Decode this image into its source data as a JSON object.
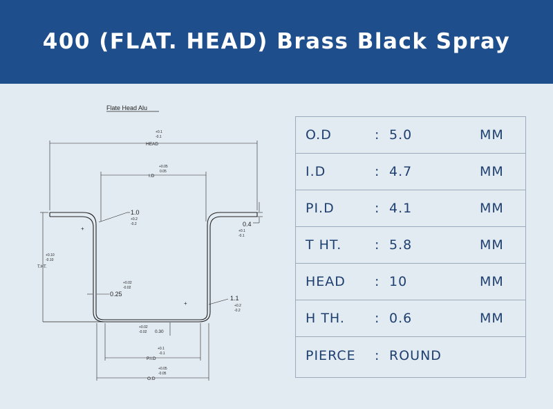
{
  "banner": {
    "title": "400 (FLAT. HEAD) Brass Black Spray"
  },
  "drawing": {
    "title": "Flate Head Alu",
    "head": {
      "label": "HEAD",
      "tol_plus": "+0.1",
      "tol_minus": "-0.1"
    },
    "id": {
      "label": "I.D",
      "tol_plus": "+0.05",
      "tol_minus": "0.05"
    },
    "radius_top": {
      "label": "1.0",
      "tol_plus": "+0.2",
      "tol_minus": "-0.2"
    },
    "flange": {
      "label": "0.4",
      "tol_plus": "+0.1",
      "tol_minus": "-0.1"
    },
    "tht": {
      "label": "T.HT.",
      "tol_plus": "+0.10",
      "tol_minus": "-0.10"
    },
    "wall": {
      "label": "0.25",
      "tol_plus": "+0.02",
      "tol_minus": "-0.02"
    },
    "radius_bottom": {
      "label": "1.1",
      "tol_plus": "+0.2",
      "tol_minus": "-0.2"
    },
    "bottom": {
      "label": "0.30",
      "tol_plus": "+0.02",
      "tol_minus": "-0.02"
    },
    "pid": {
      "label": "P.I.D",
      "tol_plus": "+0.1",
      "tol_minus": "-0.1"
    },
    "od": {
      "label": "O.D",
      "tol_plus": "+0.05",
      "tol_minus": "-0.05"
    }
  },
  "specs": [
    {
      "label": "O.D",
      "colon": ":",
      "value": "5.0",
      "unit": "MM"
    },
    {
      "label": "I.D",
      "colon": ":",
      "value": "4.7",
      "unit": "MM"
    },
    {
      "label": "PI.D",
      "colon": ":",
      "value": "4.1",
      "unit": "MM"
    },
    {
      "label": "T HT.",
      "colon": ":",
      "value": "5.8",
      "unit": "MM"
    },
    {
      "label": "HEAD",
      "colon": ":",
      "value": "10",
      "unit": "MM"
    },
    {
      "label": "H TH.",
      "colon": ":",
      "value": "0.6",
      "unit": "MM"
    },
    {
      "label": "PIERCE",
      "colon": ":",
      "value": "ROUND",
      "unit": ""
    }
  ]
}
